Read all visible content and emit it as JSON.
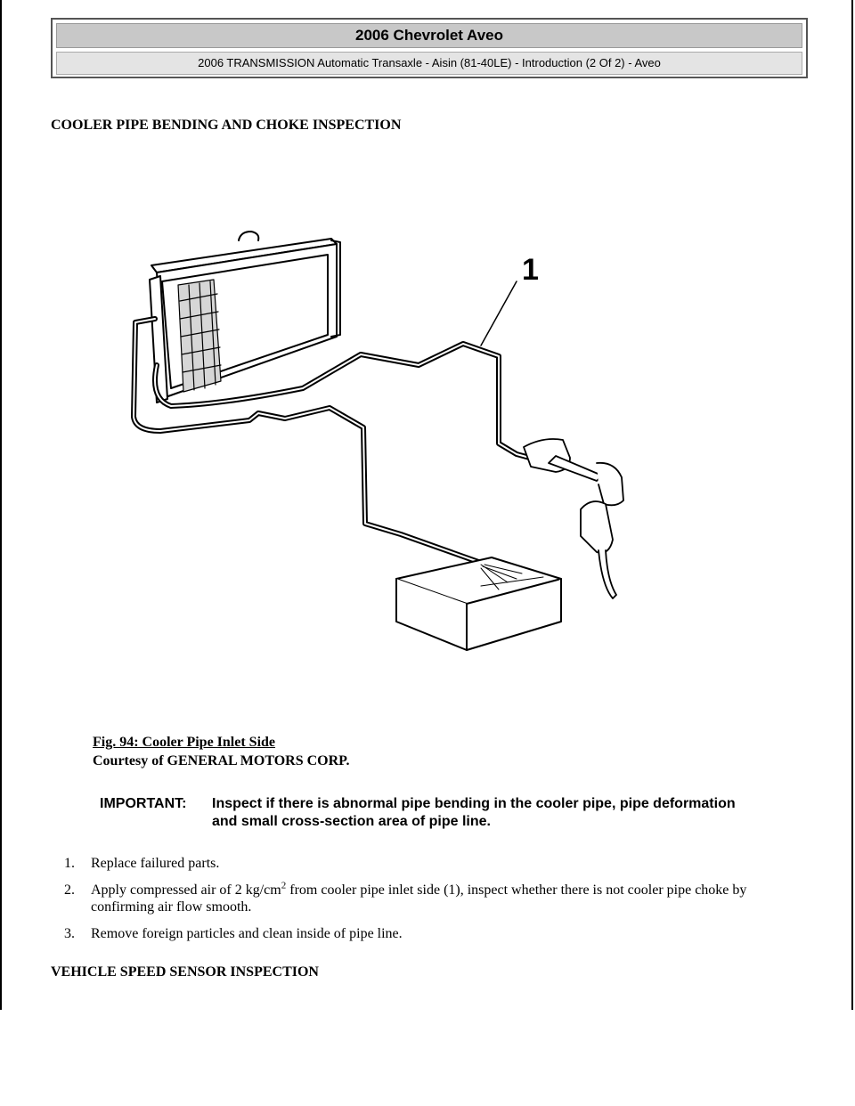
{
  "header": {
    "title": "2006 Chevrolet Aveo",
    "subtitle": "2006 TRANSMISSION Automatic Transaxle - Aisin (81-40LE) - Introduction (2 Of 2) - Aveo"
  },
  "section_heading": "COOLER PIPE BENDING AND CHOKE INSPECTION",
  "figure": {
    "callout": "1",
    "caption": "Fig. 94: Cooler Pipe Inlet Side",
    "courtesy": "Courtesy of GENERAL MOTORS CORP."
  },
  "important": {
    "label": "IMPORTANT:",
    "text": "Inspect if there is abnormal pipe bending in the cooler pipe, pipe deformation and small cross-section area of pipe line."
  },
  "steps": [
    {
      "num": "1.",
      "text": "Replace failured parts."
    },
    {
      "num": "2.",
      "text_before": "Apply compressed air of 2 kg/cm",
      "sup": "2",
      "text_after": " from cooler pipe inlet side (1), inspect whether there is not cooler pipe choke by confirming air flow smooth."
    },
    {
      "num": "3.",
      "text": "Remove foreign particles and clean inside of pipe line."
    }
  ],
  "next_heading": "VEHICLE SPEED SENSOR INSPECTION"
}
